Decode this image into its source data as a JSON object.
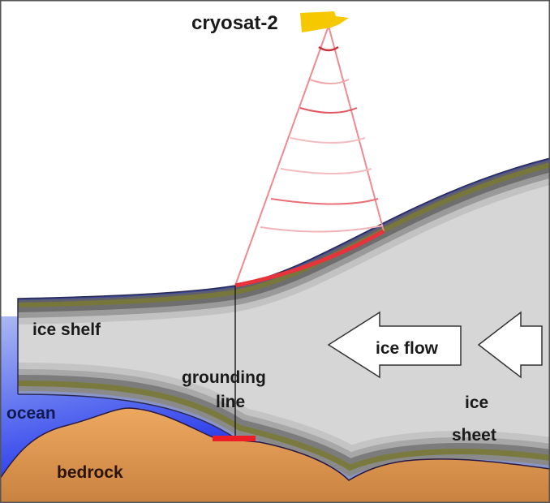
{
  "satellite": {
    "label": "cryosat-2"
  },
  "labels": {
    "ice_shelf": "ice shelf",
    "ice_flow": "ice flow",
    "grounding_line_1": "grounding",
    "grounding_line_2": "line",
    "ocean": "ocean",
    "ice_sheet_1": "ice",
    "ice_sheet_2": "sheet",
    "bedrock": "bedrock"
  },
  "colors": {
    "radar": "#e8323c",
    "satellite": "#f5c800",
    "ice": "#d6d6d6",
    "bedrock": "#e39a52",
    "ocean": "#3344ee"
  }
}
